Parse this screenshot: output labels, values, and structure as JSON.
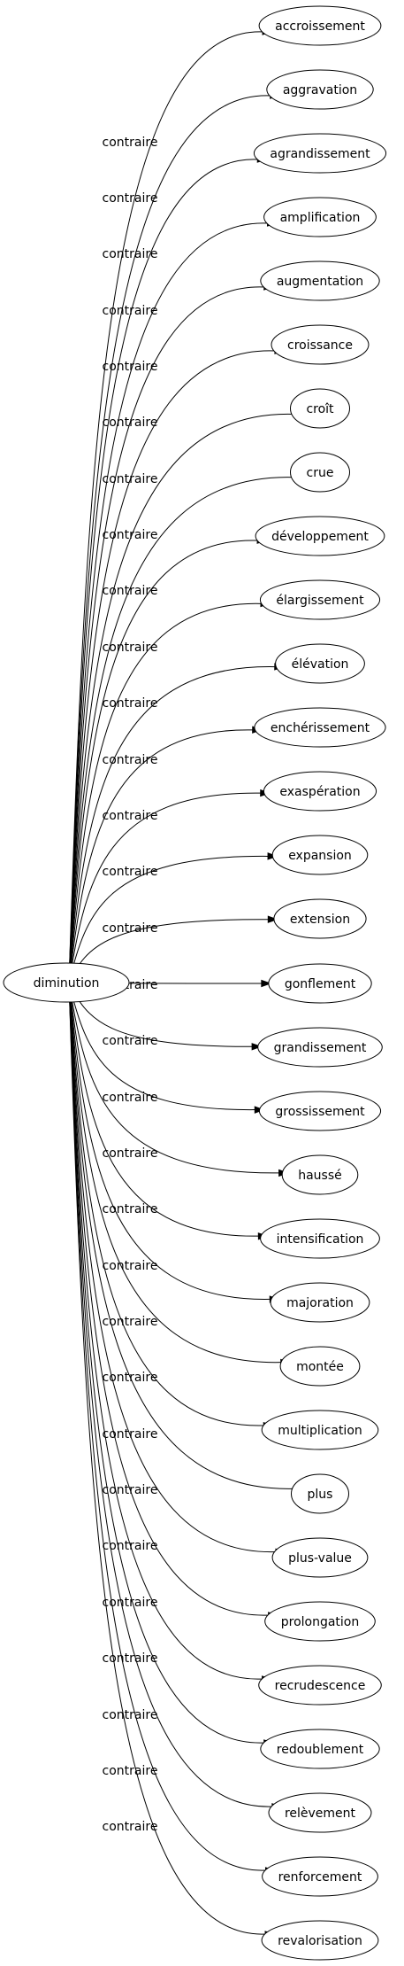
{
  "source": "diminution",
  "relation": "contraire",
  "targets": [
    "accroissement",
    "aggravation",
    "agrandissement",
    "amplification",
    "augmentation",
    "croissance",
    "croît",
    "crue",
    "développement",
    "élargissement",
    "élévation",
    "enchérissement",
    "exaspération",
    "expansion",
    "extension",
    "gonflement",
    "grandissement",
    "grossissement",
    "haussé",
    "intensification",
    "majoration",
    "montée",
    "multiplication",
    "plus",
    "plus-value",
    "prolongation",
    "recrudescence",
    "redoublement",
    "relèvement",
    "renforcement",
    "revalorisation"
  ]
}
